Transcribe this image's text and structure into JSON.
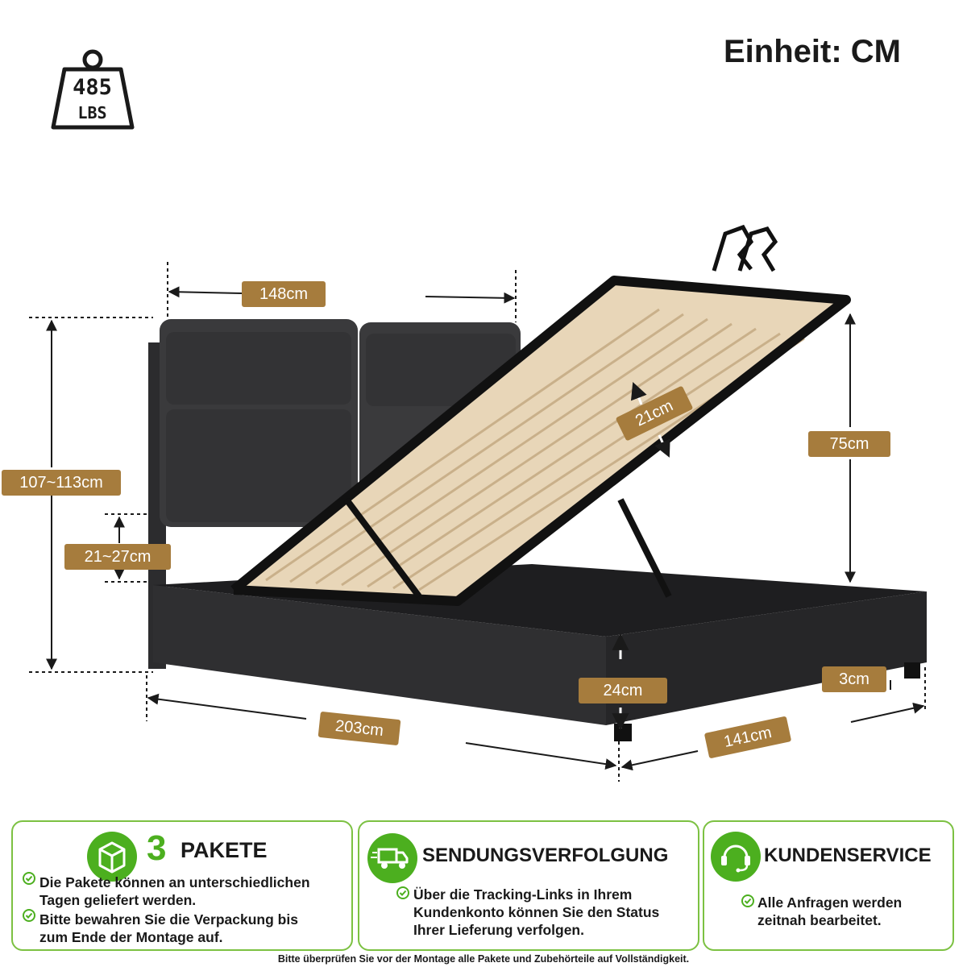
{
  "unit": "Einheit: CM",
  "weight": {
    "value": "485",
    "unit": "LBS"
  },
  "dimensions": {
    "headboard_width": "148cm",
    "total_height": "107~113cm",
    "headboard_gap": "21~27cm",
    "storage_depth": "21cm",
    "lift_height": "75cm",
    "frame_height": "24cm",
    "leg_height": "3cm",
    "length": "203cm",
    "width": "141cm"
  },
  "panels": [
    {
      "icon": "package-icon",
      "number": "3",
      "title": "PAKETE",
      "items": [
        "Die Pakete können an unterschiedlichen Tagen geliefert werden.",
        "Bitte bewahren Sie die Verpackung bis zum Ende der Montage auf."
      ]
    },
    {
      "icon": "truck-icon",
      "title": "SENDUNGSVERFOLGUNG",
      "items": [
        "Über die Tracking-Links in Ihrem Kundenkonto können Sie den Status Ihrer Lieferung verfolgen."
      ]
    },
    {
      "icon": "headset-icon",
      "title": "KUNDENSERVICE",
      "items": [
        "Alle Anfragen werden zeitnah bearbeitet."
      ]
    }
  ],
  "footer": "Bitte überprüfen Sie vor der Montage alle Pakete und Zubehörteile auf Vollständigkeit.",
  "colors": {
    "accent_green": "#4caf1f",
    "label_brown": "#a67c3d",
    "bed_dark": "#2c2c2e"
  }
}
